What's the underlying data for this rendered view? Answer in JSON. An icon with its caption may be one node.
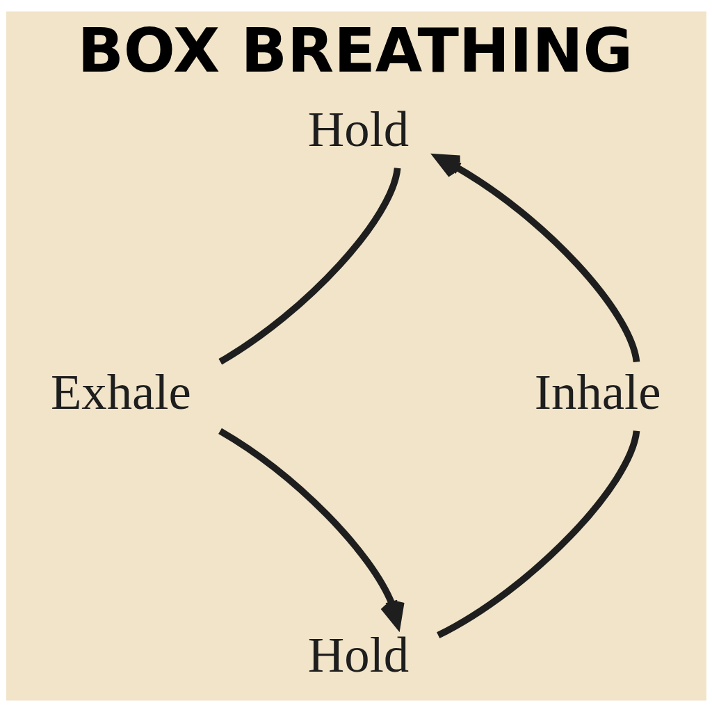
{
  "diagram": {
    "title": "BOX BREATHING",
    "nodes": [
      {
        "text": [
          "Hold"
        ]
      },
      {
        "text": [
          "Exhale"
        ]
      },
      {
        "text": [
          "Hold"
        ]
      },
      {
        "text": [
          "Inhale"
        ]
      }
    ],
    "edges": [
      {
        "from": 3,
        "to": 0,
        "arrow": "to"
      },
      {
        "from": 0,
        "to": 1,
        "arrow": "none"
      },
      {
        "from": 1,
        "to": 2,
        "arrow": "to"
      },
      {
        "from": 2,
        "to": 3,
        "arrow": "none"
      }
    ]
  }
}
